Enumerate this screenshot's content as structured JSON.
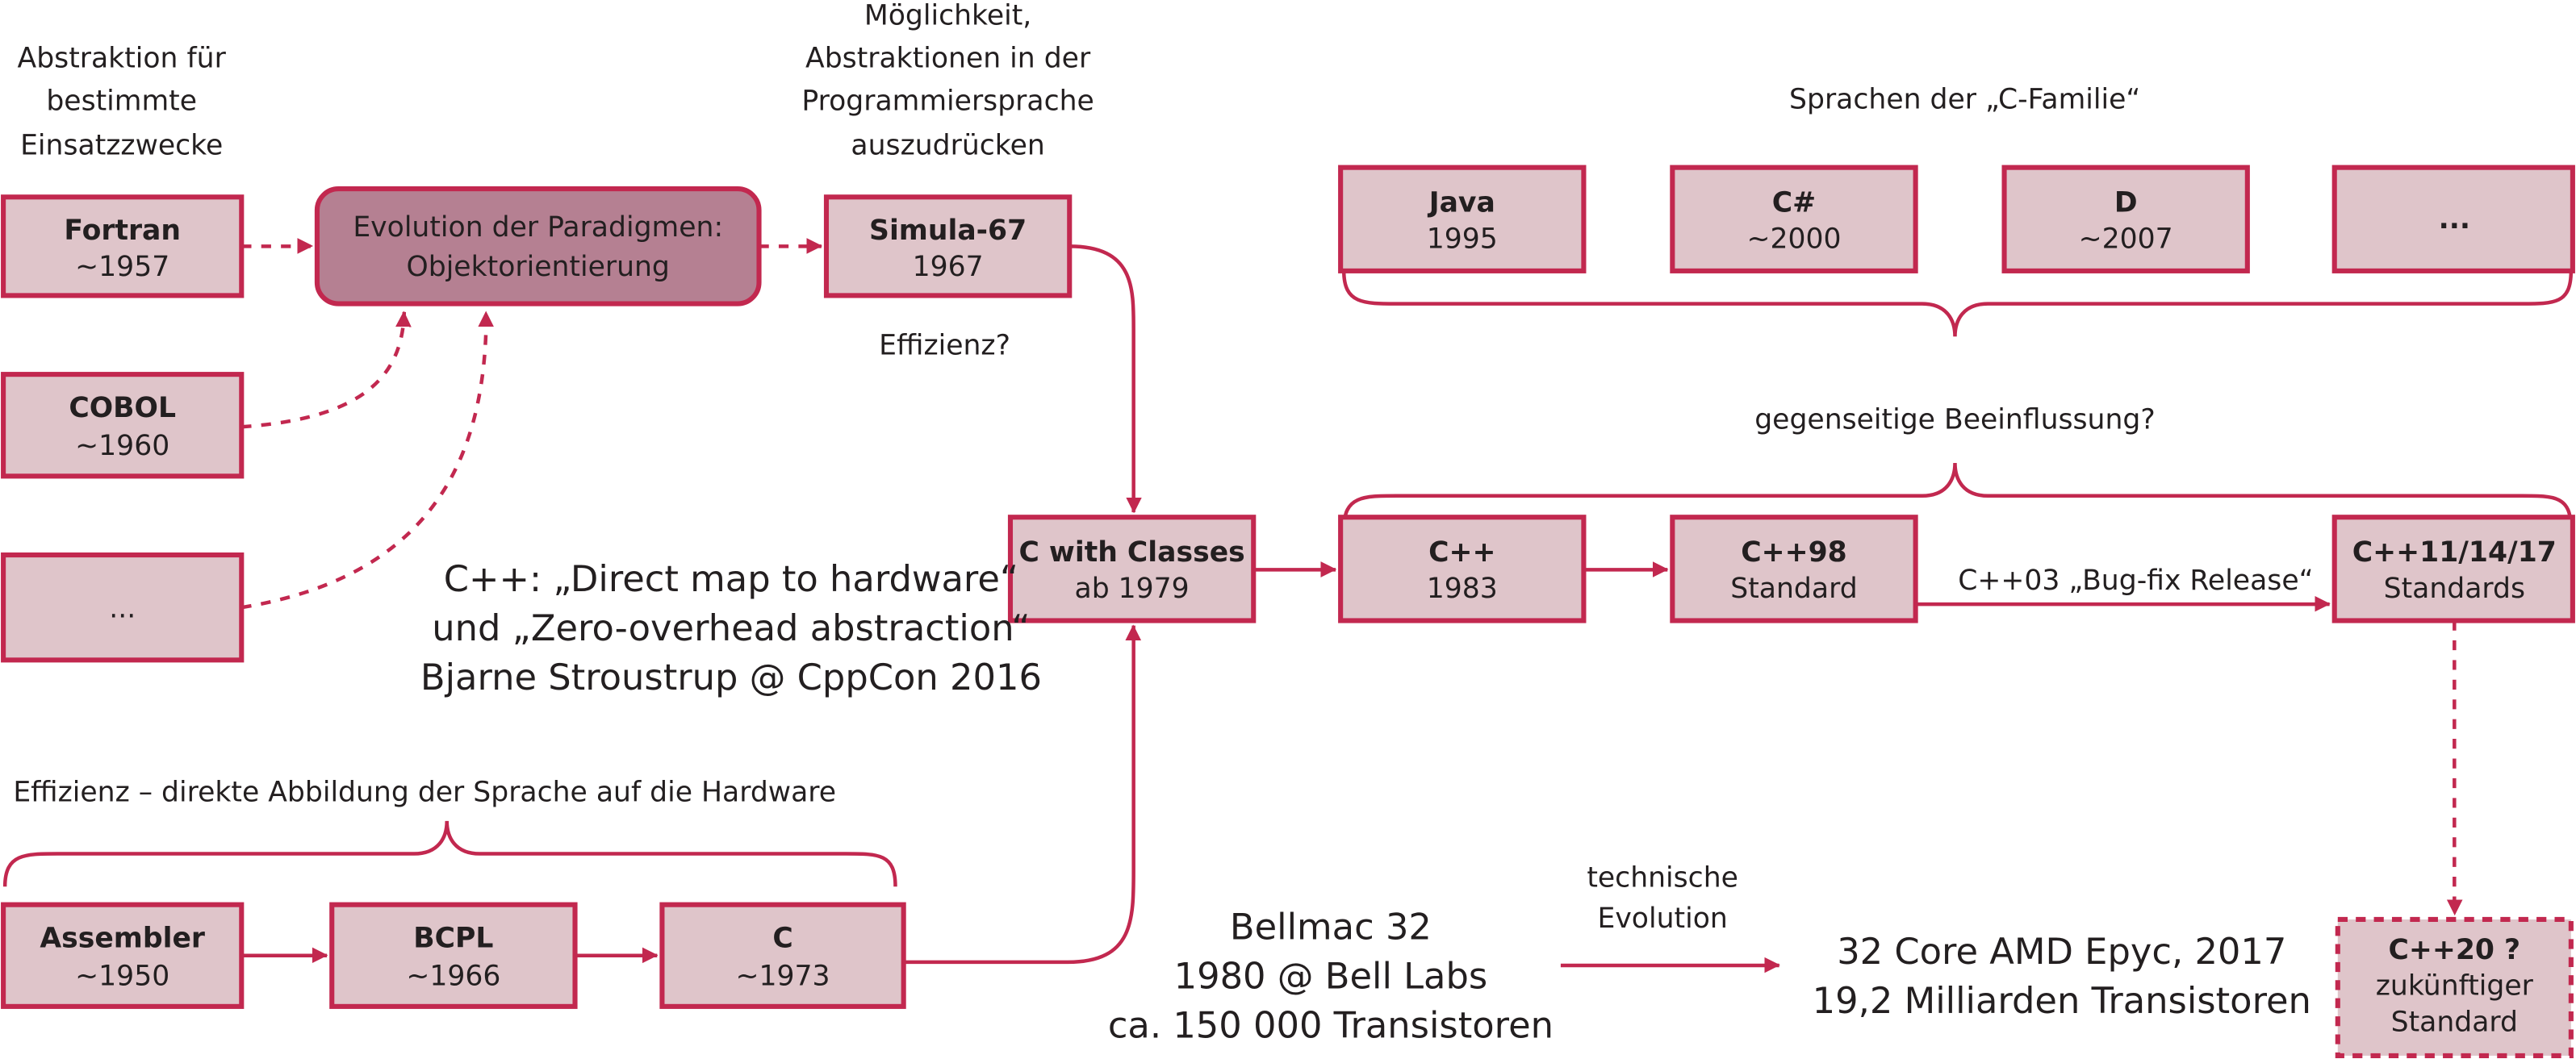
{
  "accent_color": "#c2284f",
  "box_fill": "#dfc5ca",
  "highlight_fill": "#b58092",
  "notes": {
    "abstraction": [
      "Abstraktion für",
      "bestimmte",
      "Einsatzzwecke"
    ],
    "possibility": [
      "Möglichkeit,",
      "Abstraktionen in der",
      "Programmiersprache",
      "auszudrücken"
    ],
    "c_family": "Sprachen der „C-Familie“",
    "efficiency_q": "Effizienz?",
    "mutual": "gegenseitige Beeinflussung?",
    "quote": [
      "C++: „Direct map to hardware“",
      "und „Zero-overhead abstraction“",
      "Bjarne Stroustrup @ CppCon 2016"
    ],
    "efficiency": "Effizienz – direkte Abbildung der Sprache auf die Hardware",
    "bugfix": "C++03 „Bug-fix Release“",
    "bellmac": [
      "Bellmac 32",
      "1980 @ Bell Labs",
      "ca. 150 000 Transistoren"
    ],
    "tech_evolution": [
      "technische",
      "Evolution"
    ],
    "epyc": [
      "32 Core AMD Epyc, 2017",
      "19,2 Milliarden Transistoren"
    ]
  },
  "boxes": {
    "fortran": [
      "Fortran",
      "~1957"
    ],
    "cobol": [
      "COBOL",
      "~1960"
    ],
    "other": "...",
    "evolution": [
      "Evolution der Paradigmen:",
      "Objektorientierung"
    ],
    "simula": [
      "Simula-67",
      "1967"
    ],
    "java": [
      "Java",
      "1995"
    ],
    "csharp": [
      "C#",
      "~2000"
    ],
    "d": [
      "D",
      "~2007"
    ],
    "more": "...",
    "cwc": [
      "C with Classes",
      "ab 1979"
    ],
    "cpp": [
      "C++",
      "1983"
    ],
    "cpp98": [
      "C++98",
      "Standard"
    ],
    "cpp11": [
      "C++11/14/17",
      "Standards"
    ],
    "assembler": [
      "Assembler",
      "~1950"
    ],
    "bcpl": [
      "BCPL",
      "~1966"
    ],
    "c": [
      "C",
      "~1973"
    ],
    "cpp20": [
      "C++20 ?",
      "zukünftiger",
      "Standard"
    ]
  }
}
